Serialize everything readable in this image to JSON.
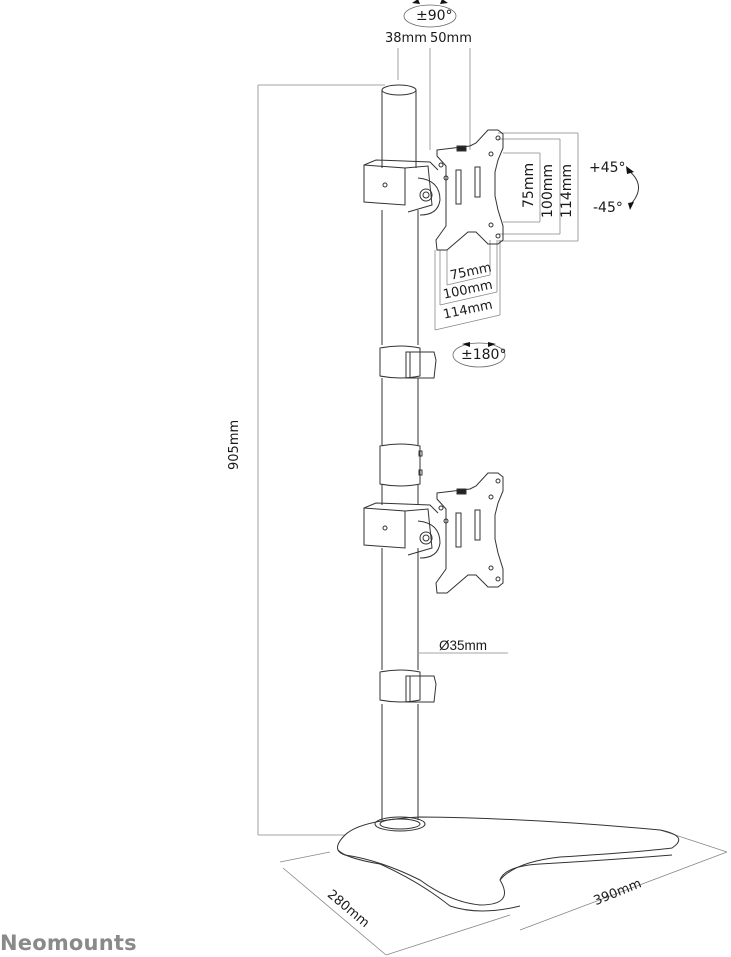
{
  "brand": {
    "name": "Neomounts",
    "color": "#8a8a8a"
  },
  "diagram": {
    "title": "Dual monitor desk stand (vertical) dimension drawing",
    "line_color": "#333333",
    "dimension_line_color": "#888888",
    "labels": {
      "tilt_top": "±90°",
      "offset_38": "38mm",
      "offset_50": "50mm",
      "total_height": "905mm",
      "vesa_v_75": "75mm",
      "vesa_v_100": "100mm",
      "vesa_v_114": "114mm",
      "tilt_plus": "+45°",
      "tilt_minus": "-45°",
      "vesa_h_75": "75mm",
      "vesa_h_100": "100mm",
      "vesa_h_114": "114mm",
      "rotation": "±180°",
      "pole_diameter": "Ø35mm",
      "base_depth": "280mm",
      "base_width": "390mm"
    }
  }
}
